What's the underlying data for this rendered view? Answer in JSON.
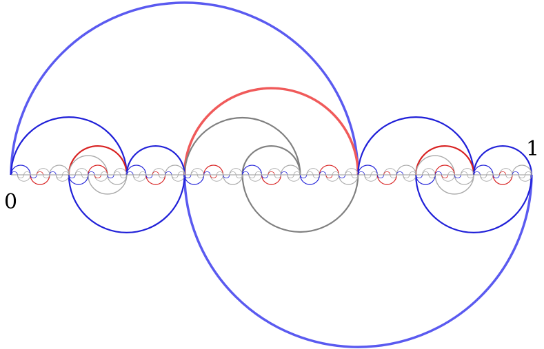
{
  "diagram": {
    "labels": {
      "left_endpoint": "0",
      "right_endpoint": "1"
    },
    "levels": [
      {
        "level": 1,
        "color": "#5a5af0",
        "side": "upper_then_lower",
        "stroke": "thick"
      },
      {
        "level": 2,
        "color": "#f05a5a",
        "side": "upper",
        "stroke": "thick"
      },
      {
        "level": 3,
        "color": "#2020d8",
        "side": "mixed",
        "stroke": "medium"
      },
      {
        "level": 4,
        "color": "#d82020",
        "side": "upper",
        "stroke": "medium"
      },
      {
        "level": 5,
        "color": "#808080",
        "side": "mixed",
        "stroke": "thin"
      }
    ]
  }
}
